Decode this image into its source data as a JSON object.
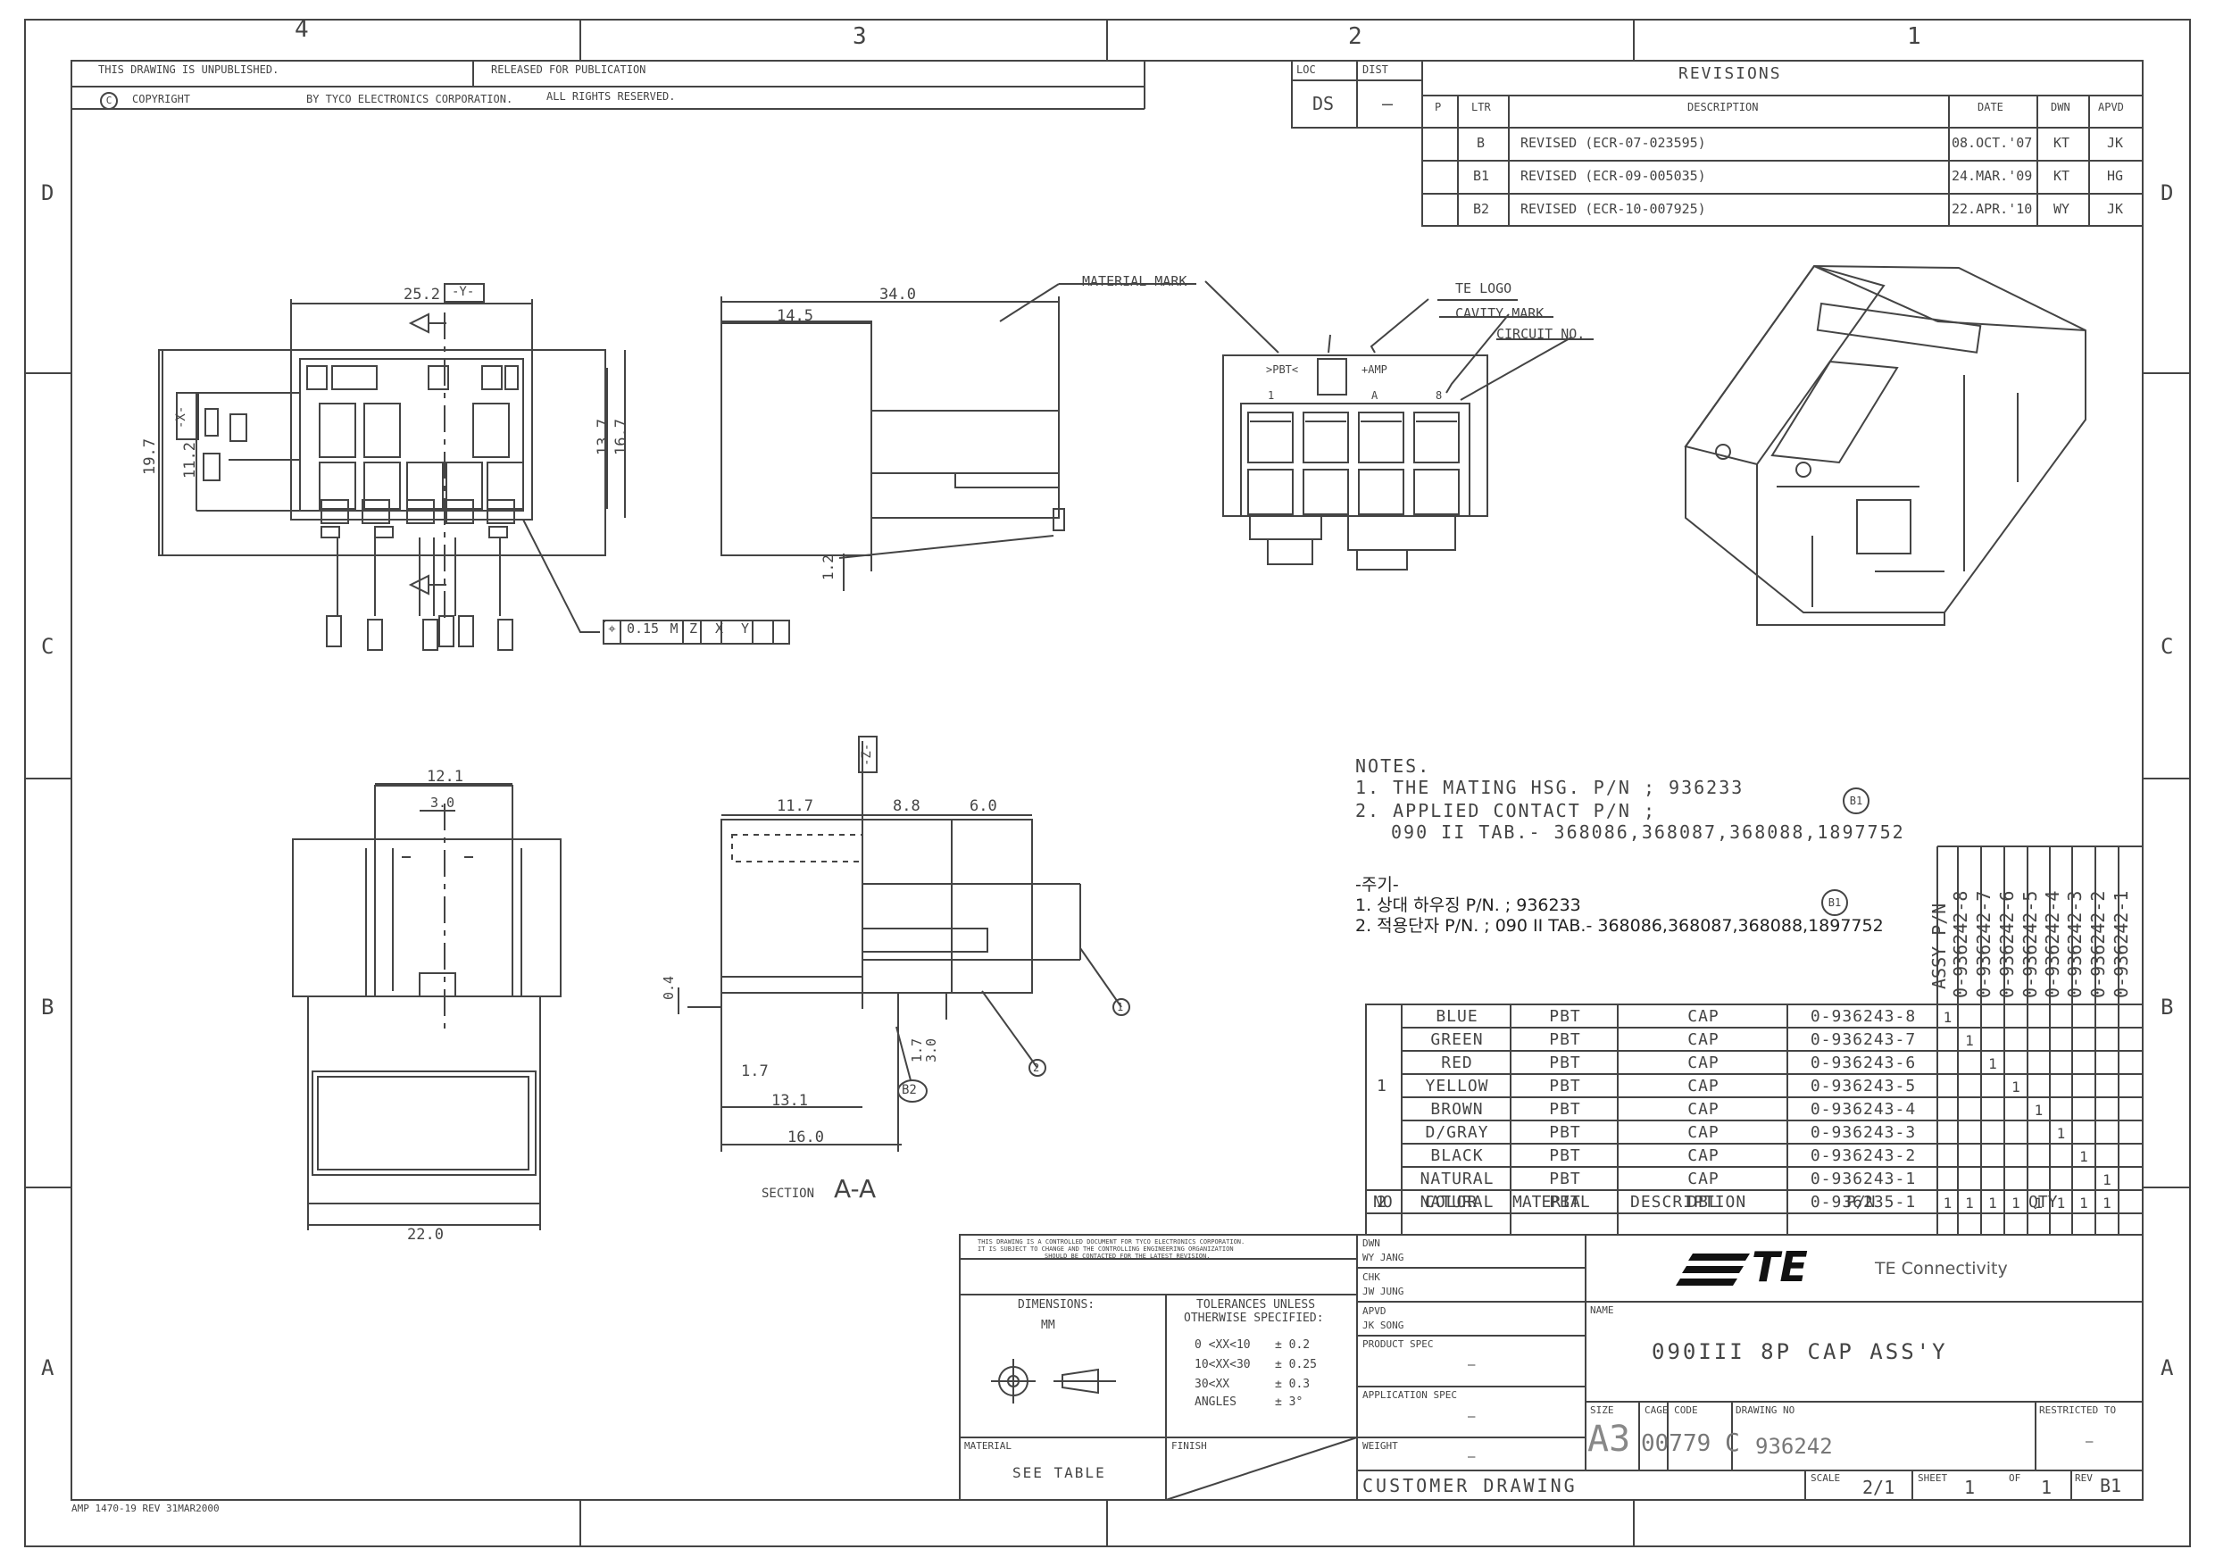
{
  "zones": {
    "top": [
      "4",
      "3",
      "2",
      "1"
    ],
    "side": [
      "D",
      "C",
      "B",
      "A"
    ]
  },
  "header": {
    "unpublished": "THIS DRAWING IS UNPUBLISHED.",
    "copyright_symbol": "C",
    "copyright": "COPYRIGHT",
    "by": "BY TYCO ELECTRONICS CORPORATION.",
    "released": "RELEASED FOR PUBLICATION",
    "rights": "ALL RIGHTS RESERVED."
  },
  "loc_dist": {
    "loc_label": "LOC",
    "loc": "DS",
    "dist_label": "DIST",
    "dist": "–"
  },
  "revisions": {
    "title": "REVISIONS",
    "headers": {
      "p": "P",
      "ltr": "LTR",
      "desc": "DESCRIPTION",
      "date": "DATE",
      "dwn": "DWN",
      "apvd": "APVD"
    },
    "rows": [
      {
        "ltr": "B",
        "desc": "REVISED (ECR-07-023595)",
        "date": "08.OCT.'07",
        "dwn": "KT",
        "apvd": "JK"
      },
      {
        "ltr": "B1",
        "desc": "REVISED (ECR-09-005035)",
        "date": "24.MAR.'09",
        "dwn": "KT",
        "apvd": "HG"
      },
      {
        "ltr": "B2",
        "desc": "REVISED (ECR-10-007925)",
        "date": "22.APR.'10",
        "dwn": "WY",
        "apvd": "JK"
      }
    ]
  },
  "callouts": {
    "material_mark": "MATERIAL MARK",
    "te_logo": "TE LOGO",
    "cavity_mark": "CAVITY MARK",
    "circuit_no": "CIRCUIT NO.",
    "pbt": ">PBT<",
    "amp": "+AMP",
    "one": "1",
    "a": "A",
    "eight": "8"
  },
  "dims": {
    "d252": "25.2",
    "y": "-Y-",
    "x": "-X-",
    "d197": "19.7",
    "d112": "11.2",
    "d137": "13.7",
    "d167": "16.7",
    "d340": "34.0",
    "d145": "14.5",
    "d12": "1.2",
    "fcf": "0.15",
    "fcf_m": "M",
    "fcf_z": "Z",
    "fcf_x": "X",
    "fcf_y": "Y",
    "d121": "12.1",
    "d30": "3.0",
    "d220": "22.0",
    "z": "-Z-",
    "d117": "11.7",
    "d88": "8.8",
    "d60": "6.0",
    "d04": "0.4",
    "d17": "1.7",
    "d17b": "1.7",
    "d30b": "3.0",
    "d131": "13.1",
    "d160": "16.0",
    "b2": "B2",
    "b1": "B1",
    "item1": "1",
    "item2": "2"
  },
  "section": {
    "prefix": "SECTION",
    "name": "A-A"
  },
  "notes": {
    "title": "NOTES.",
    "n1": "1.  THE MATING HSG. P/N ; 936233",
    "n2": "2.  APPLIED CONTACT P/N ;",
    "n2b": "090 II TAB.- 368086,368087,368088,1897752",
    "kr_title": "-주기-",
    "kr1": "1. 상대 하우징 P/N. ; 936233",
    "kr2": "2. 적용단자 P/N. ; 090 II TAB.- 368086,368087,368088,1897752"
  },
  "bom": {
    "assy_label": "ASSY P/N",
    "assy": [
      "0-936242-8",
      "0-936242-7",
      "0-936242-6",
      "0-936242-5",
      "0-936242-4",
      "0-936242-3",
      "0-936242-2",
      "0-936242-1"
    ],
    "rows": [
      {
        "no": "",
        "color": "BLUE",
        "material": "PBT",
        "description": "CAP",
        "pn": "0-936243-8",
        "qty": [
          "1",
          "",
          "",
          "",
          "",
          "",
          "",
          ""
        ]
      },
      {
        "no": "",
        "color": "GREEN",
        "material": "PBT",
        "description": "CAP",
        "pn": "0-936243-7",
        "qty": [
          "",
          "1",
          "",
          "",
          "",
          "",
          "",
          ""
        ]
      },
      {
        "no": "",
        "color": "RED",
        "material": "PBT",
        "description": "CAP",
        "pn": "0-936243-6",
        "qty": [
          "",
          "",
          "1",
          "",
          "",
          "",
          "",
          ""
        ]
      },
      {
        "no": "1",
        "color": "YELLOW",
        "material": "PBT",
        "description": "CAP",
        "pn": "0-936243-5",
        "qty": [
          "",
          "",
          "",
          "1",
          "",
          "",
          "",
          ""
        ]
      },
      {
        "no": "",
        "color": "BROWN",
        "material": "PBT",
        "description": "CAP",
        "pn": "0-936243-4",
        "qty": [
          "",
          "",
          "",
          "",
          "1",
          "",
          "",
          ""
        ]
      },
      {
        "no": "",
        "color": "D/GRAY",
        "material": "PBT",
        "description": "CAP",
        "pn": "0-936243-3",
        "qty": [
          "",
          "",
          "",
          "",
          "",
          "1",
          "",
          ""
        ]
      },
      {
        "no": "",
        "color": "BLACK",
        "material": "PBT",
        "description": "CAP",
        "pn": "0-936243-2",
        "qty": [
          "",
          "",
          "",
          "",
          "",
          "",
          "1",
          ""
        ]
      },
      {
        "no": "",
        "color": "NATURAL",
        "material": "PBT",
        "description": "CAP",
        "pn": "0-936243-1",
        "qty": [
          "",
          "",
          "",
          "",
          "",
          "",
          "",
          "1"
        ]
      },
      {
        "no": "2",
        "color": "NATURAL",
        "material": "PBT",
        "description": "DBL",
        "pn": "0-936235-1",
        "qty": [
          "1",
          "1",
          "1",
          "1",
          "1",
          "1",
          "1",
          "1"
        ]
      }
    ],
    "headers": {
      "no": "NO",
      "color": "COLOR",
      "material": "MATERIAL",
      "description": "DESCRIPTION",
      "pn": "P/N",
      "qty": "QTY"
    }
  },
  "title_block": {
    "controlled1": "THIS DRAWING IS A CONTROLLED DOCUMENT FOR TYCO ELECTRONICS CORPORATION.",
    "controlled2": "IT IS SUBJECT TO CHANGE AND THE CONTROLLING ENGINEERING ORGANIZATION",
    "controlled3": "SHOULD BE CONTACTED FOR THE LATEST REVISION.",
    "dimensions": "DIMENSIONS:",
    "mm": "MM",
    "tol1": "TOLERANCES UNLESS",
    "tol2": "OTHERWISE SPECIFIED:",
    "t1a": "0 <XX<10",
    "t1b": "± 0.2",
    "t2a": "10<XX<30",
    "t2b": "± 0.25",
    "t3a": "30<XX",
    "t3b": "± 0.3",
    "t4a": "ANGLES",
    "t4b": "± 3°",
    "material_label": "MATERIAL",
    "material": "SEE TABLE",
    "finish_label": "FINISH",
    "dwn_label": "DWN",
    "dwn": "WY JANG",
    "chk_label": "CHK",
    "chk": "JW JUNG",
    "apvd_label": "APVD",
    "apvd": "JK SONG",
    "product_spec_label": "PRODUCT SPEC",
    "product_spec": "–",
    "application_spec_label": "APPLICATION SPEC",
    "application_spec": "–",
    "weight_label": "WEIGHT",
    "weight": "–",
    "customer_drawing": "CUSTOMER DRAWING",
    "brand": "TE",
    "brand_name": "TE Connectivity",
    "name_label": "NAME",
    "name": "090III 8P CAP ASS'Y",
    "size_label": "SIZE",
    "size": "A3",
    "cage_label": "CAGE CODE",
    "cage": "00779",
    "drawing_no_label": "DRAWING NO",
    "drawing_prefix": "C",
    "drawing_no": "936242",
    "restricted_label": "RESTRICTED TO",
    "restricted": "–",
    "scale_label": "SCALE",
    "scale": "2/1",
    "sheet_label": "SHEET",
    "sheet": "1",
    "of_label": "OF",
    "of": "1",
    "rev_label": "REV",
    "rev": "B1"
  },
  "form_id": "AMP 1470-19 REV 31MAR2000",
  "colors": {
    "line": "#444444",
    "logo": "#111111"
  }
}
